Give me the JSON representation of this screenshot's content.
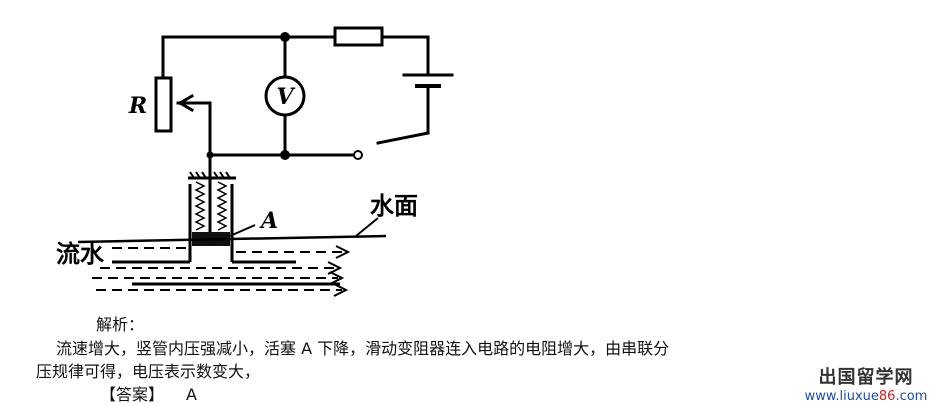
{
  "diagram": {
    "label_r": "R",
    "label_v": "V",
    "label_a": "A",
    "label_water_surface": "水面",
    "label_flowing_water": "流水"
  },
  "solution": {
    "heading": "解析：",
    "line1": "流速增大，竖管内压强减小，活塞 A 下降，滑动变阻器连入电路的电阻增大，由串联分",
    "line2": "压规律可得，电压表示数变大，",
    "answer_label": "【答案】",
    "answer_value": "A"
  },
  "watermark": {
    "title": "出国留学网",
    "url_prefix": "www.liuxue",
    "url_highlight": "86",
    "url_suffix": ".com"
  }
}
